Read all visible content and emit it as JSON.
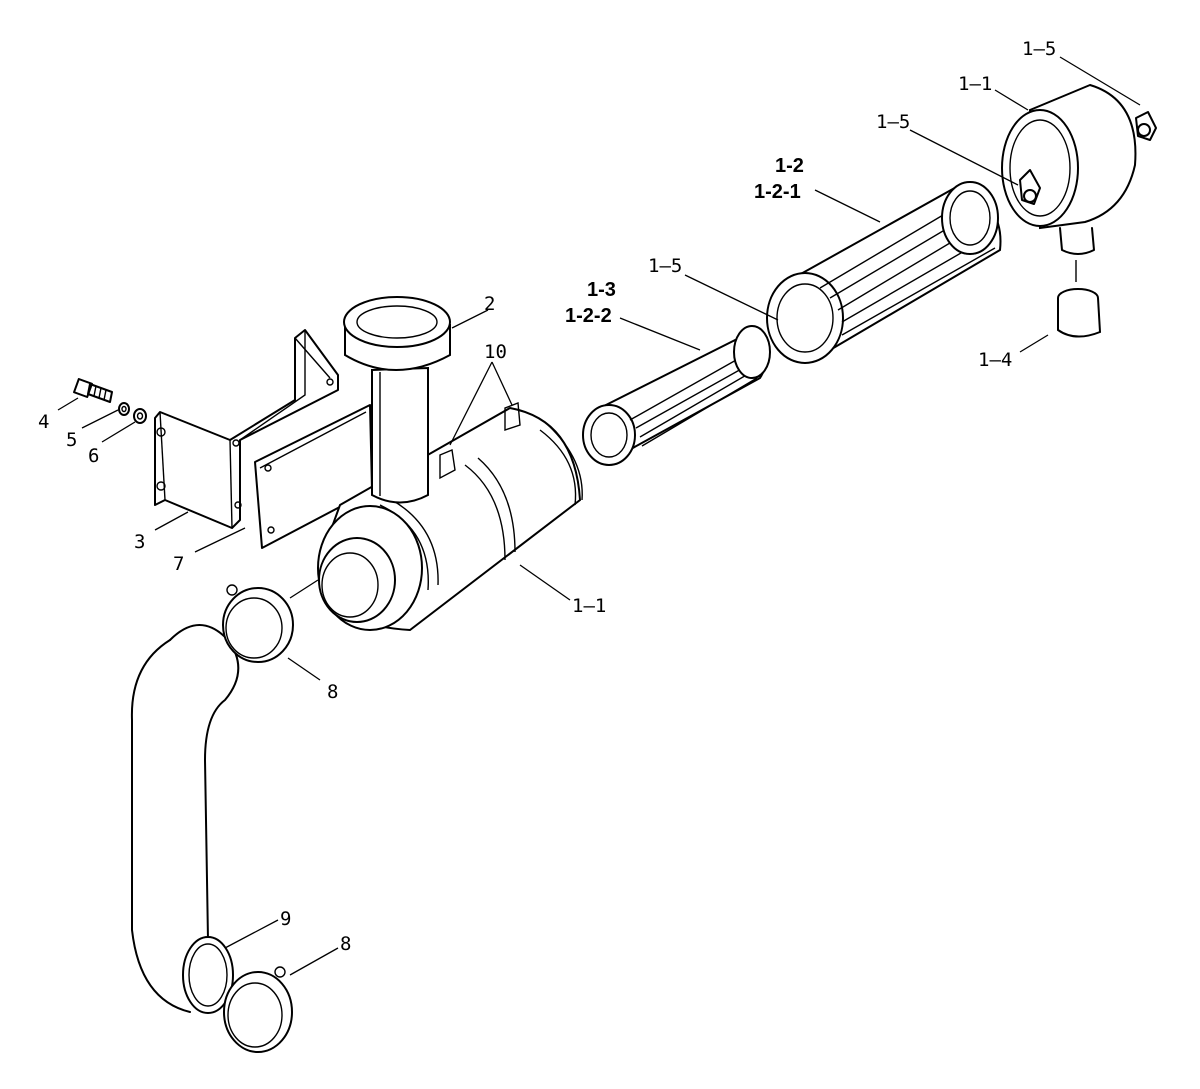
{
  "callouts": {
    "c_1_5_top": "1–5",
    "c_1_1_cap": "1–1",
    "c_1_5_cap": "1–5",
    "c_1_2": "1-2",
    "c_1_2_1": "1-2-1",
    "c_1_5_mid": "1–5",
    "c_1_3": "1-3",
    "c_1_2_2": "1-2-2",
    "c_1_4": "1–4",
    "c_2": "2",
    "c_10": "10",
    "c_4": "4",
    "c_5": "5",
    "c_6": "6",
    "c_3": "3",
    "c_7": "7",
    "c_1_1_body": "1–1",
    "c_8_top": "8",
    "c_9": "9",
    "c_8_bottom": "8"
  }
}
